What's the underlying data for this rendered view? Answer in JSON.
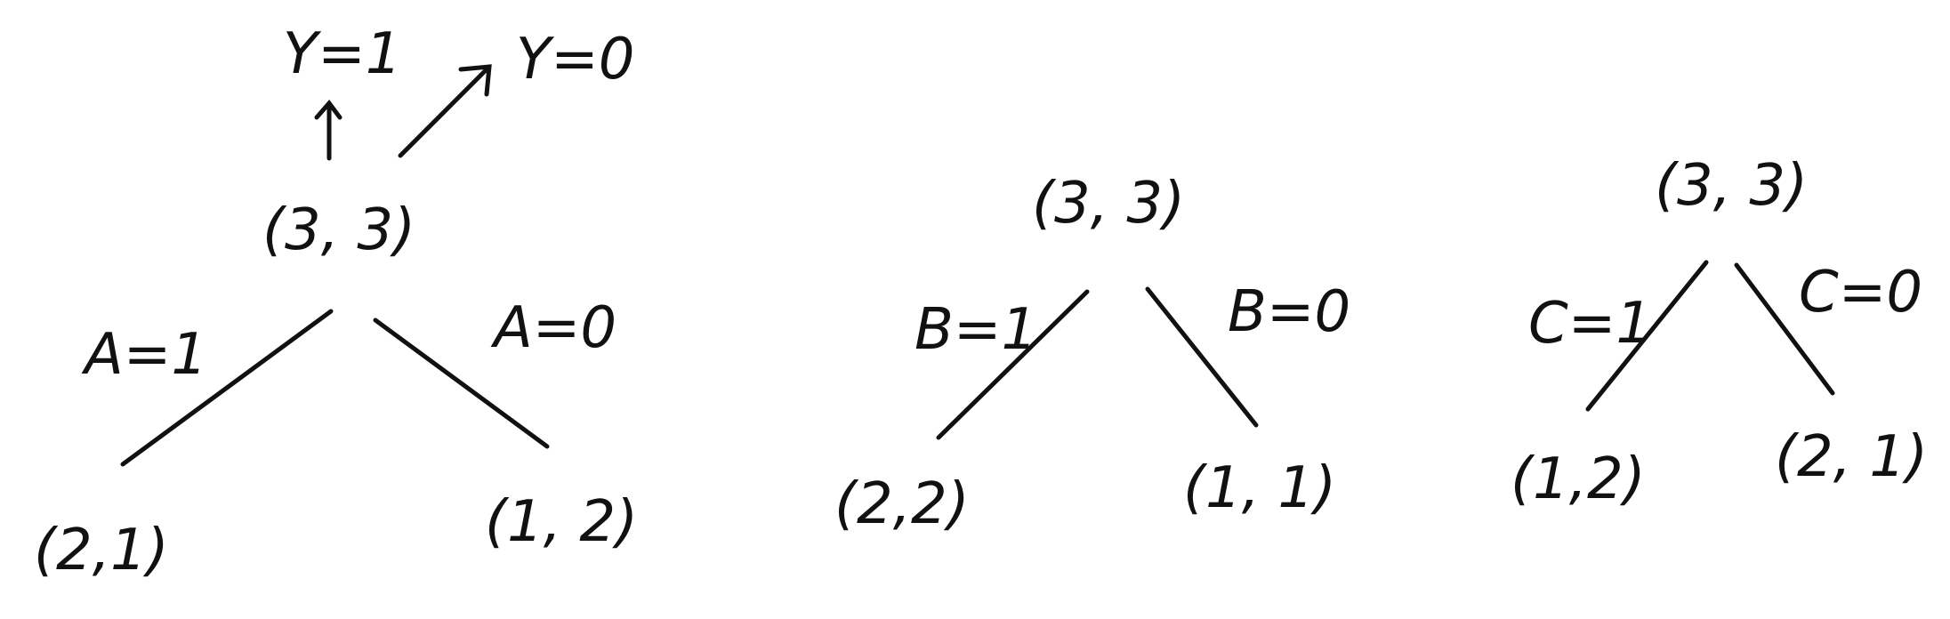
{
  "trees": [
    {
      "root": "(3, 3)",
      "branches": [
        {
          "label": "A=1",
          "child": "(2,1)"
        },
        {
          "label": "A=0",
          "child": "(1, 2)"
        }
      ],
      "outputs": [
        "Y=1",
        "Y=0"
      ]
    },
    {
      "root": "(3, 3)",
      "branches": [
        {
          "label": "B=1",
          "child": "(2,2)"
        },
        {
          "label": "B=0",
          "child": "(1, 1)"
        }
      ]
    },
    {
      "root": "(3, 3)",
      "branches": [
        {
          "label": "C=1",
          "child": "(1,2)"
        },
        {
          "label": "C=0",
          "child": "(2, 1)"
        }
      ]
    }
  ]
}
